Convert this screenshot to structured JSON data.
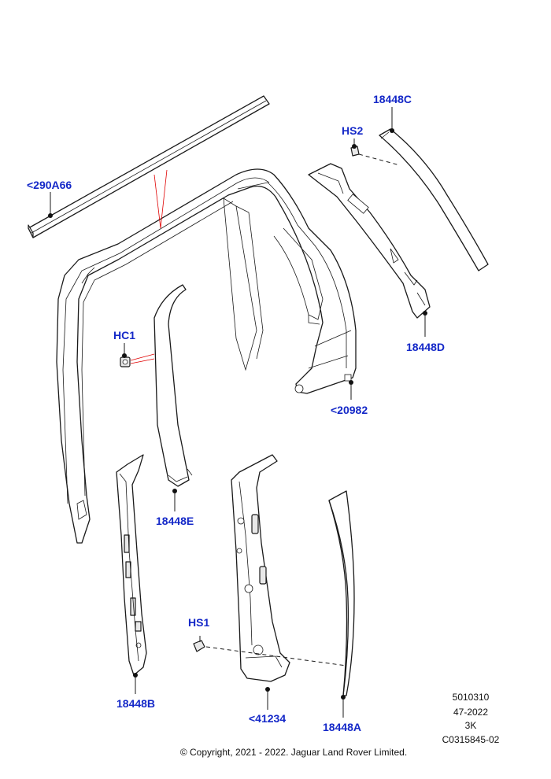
{
  "callouts": {
    "c290a66": "<290A66",
    "c18448c": "18448C",
    "hs2": "HS2",
    "hc1": "HC1",
    "c18448d": "18448D",
    "c20982": "<20982",
    "c18448e": "18448E",
    "hs1": "HS1",
    "c18448b": "18448B",
    "c41234": "<41234",
    "c18448a": "18448A"
  },
  "reference": {
    "line1": "5010310",
    "line2": "47-2022",
    "line3": "3K",
    "line4": "C0315845-02"
  },
  "copyright": "© Copyright, 2021 - 2022. Jaguar Land Rover Limited.",
  "colors": {
    "callout": "#1428c8",
    "line": "#1a1a1a",
    "marker": "#e00000"
  }
}
